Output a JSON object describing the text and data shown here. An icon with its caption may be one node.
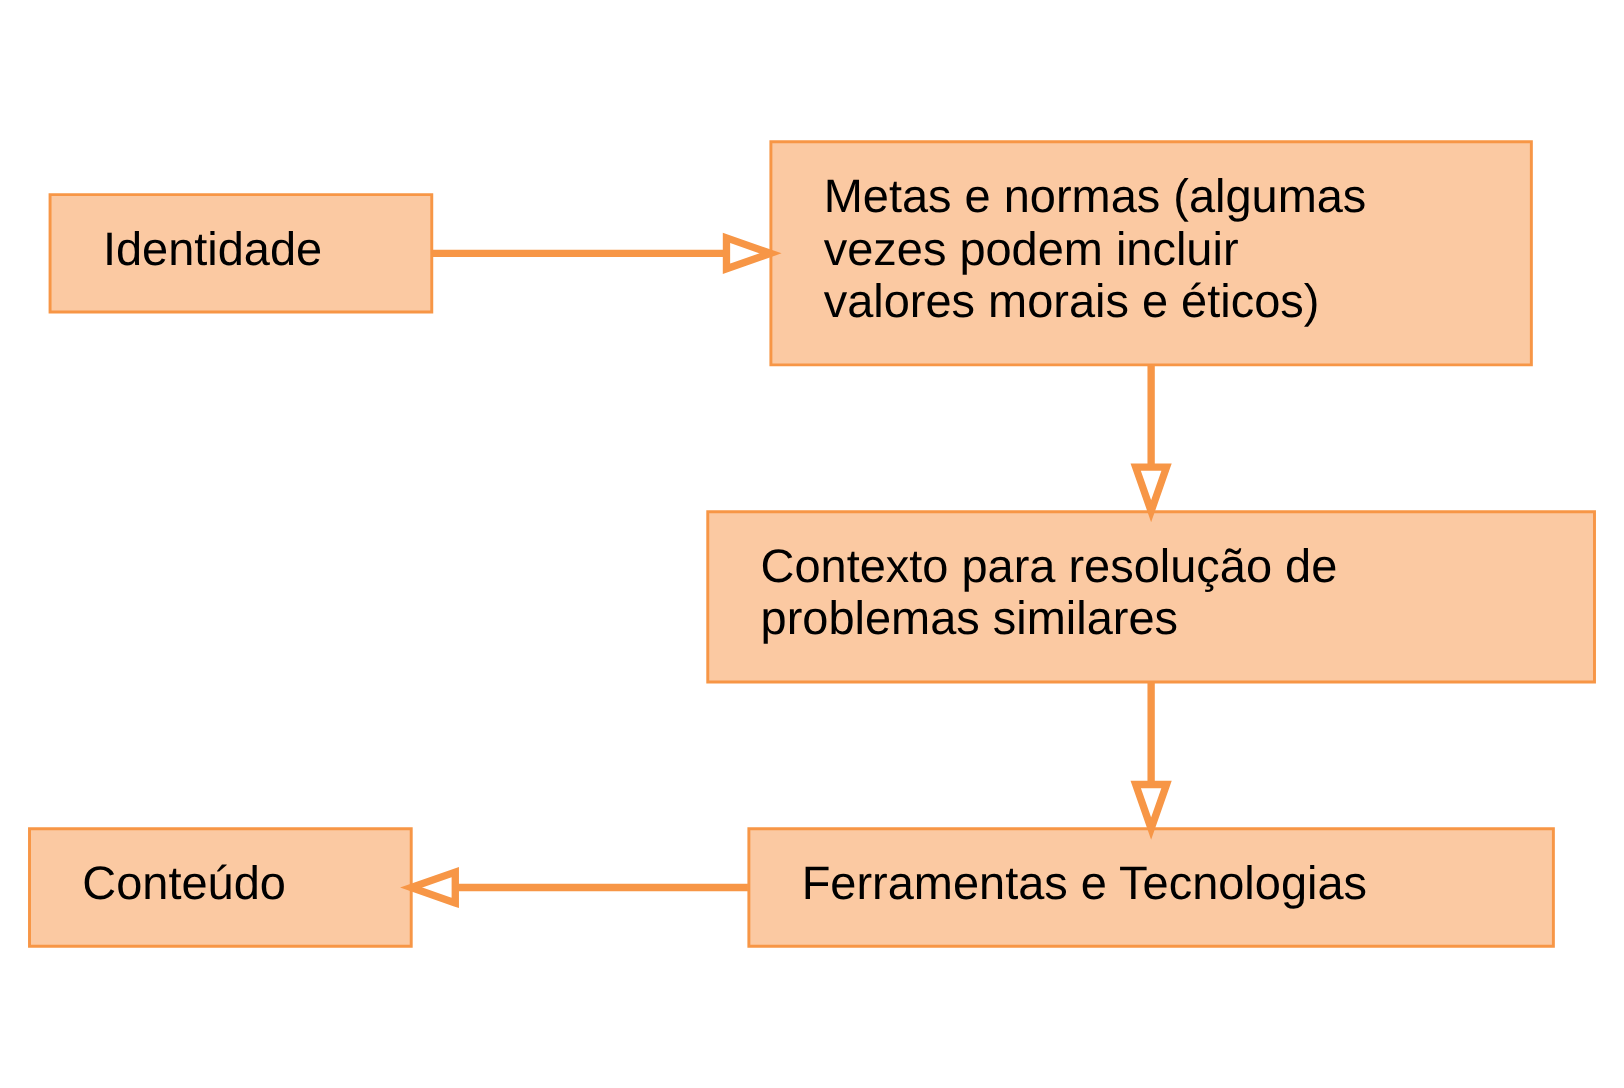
{
  "diagram": {
    "nodes": [
      {
        "text": [
          "Identidade"
        ]
      },
      {
        "text": [
          "Metas e normas (algumas vezes podem incluir valores morais e éticos)"
        ]
      },
      {
        "text": [
          "Contexto para resolução de problemas similares"
        ]
      },
      {
        "text": [
          "Ferramentas e Tecnologias"
        ]
      },
      {
        "text": [
          "Conteúdo"
        ]
      }
    ],
    "edges": [
      {
        "from": 0,
        "to": 1,
        "arrow": "to"
      },
      {
        "from": 1,
        "to": 2,
        "arrow": "to"
      },
      {
        "from": 2,
        "to": 3,
        "arrow": "to"
      },
      {
        "from": 3,
        "to": 4,
        "arrow": "to"
      }
    ]
  }
}
